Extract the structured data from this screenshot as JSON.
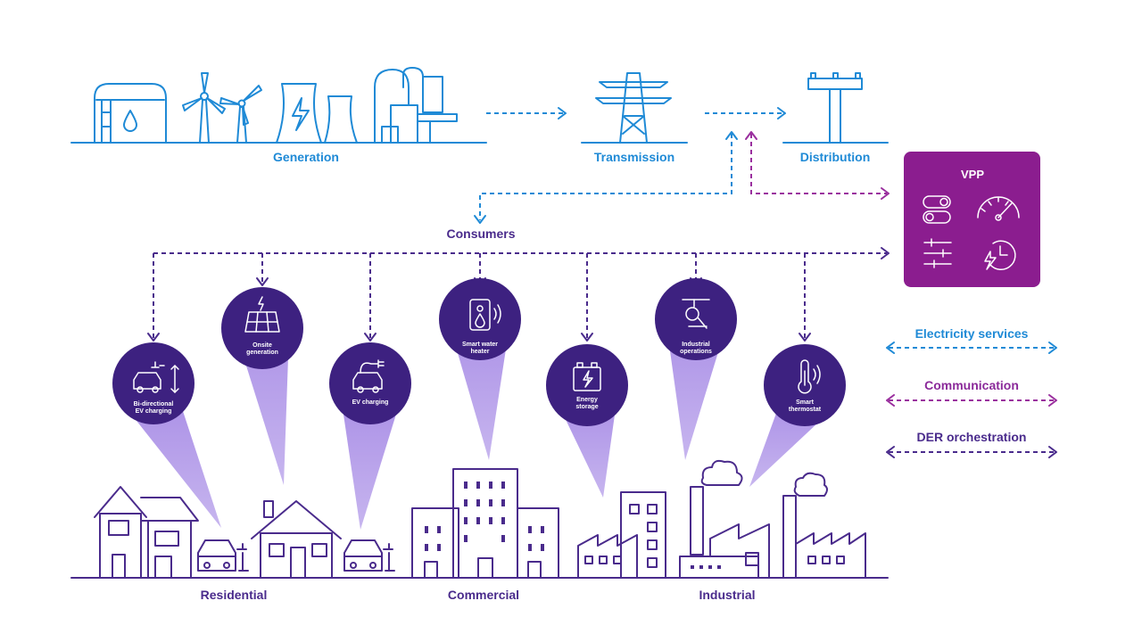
{
  "stages": {
    "generation": "Generation",
    "transmission": "Transmission",
    "distribution": "Distribution",
    "consumers": "Consumers"
  },
  "vpp": {
    "title": "VPP",
    "icons": [
      "toggle-switch-icon",
      "gauge-icon",
      "sliders-icon",
      "lightning-clock-icon"
    ]
  },
  "devices": [
    {
      "name": "bi-directional-ev-charging",
      "line1": "Bi-directional",
      "line2": "EV charging",
      "icon": "ev-bidirectional-icon"
    },
    {
      "name": "onsite-generation",
      "line1": "Onsite",
      "line2": "generation",
      "icon": "solar-panel-icon"
    },
    {
      "name": "ev-charging",
      "line1": "EV charging",
      "line2": "",
      "icon": "ev-charging-icon"
    },
    {
      "name": "smart-water-heater",
      "line1": "Smart water",
      "line2": "heater",
      "icon": "water-heater-icon"
    },
    {
      "name": "energy-storage",
      "line1": "Energy",
      "line2": "storage",
      "icon": "battery-icon"
    },
    {
      "name": "industrial-operations",
      "line1": "Industrial",
      "line2": "operations",
      "icon": "industrial-robot-icon"
    },
    {
      "name": "smart-thermostat",
      "line1": "Smart",
      "line2": "thermostat",
      "icon": "thermometer-icon"
    }
  ],
  "sectors": {
    "residential": "Residential",
    "commercial": "Commercial",
    "industrial": "Industrial"
  },
  "legend": {
    "electricity": "Electricity services",
    "communication": "Communication",
    "der": "DER orchestration"
  },
  "colors": {
    "electricity": "#1f8ad6",
    "communication": "#9a2f9e",
    "der": "#4a2b8c",
    "vpp_bg": "#8b1d8f",
    "circle": "#3d2180",
    "beam": "#a98ee6"
  }
}
